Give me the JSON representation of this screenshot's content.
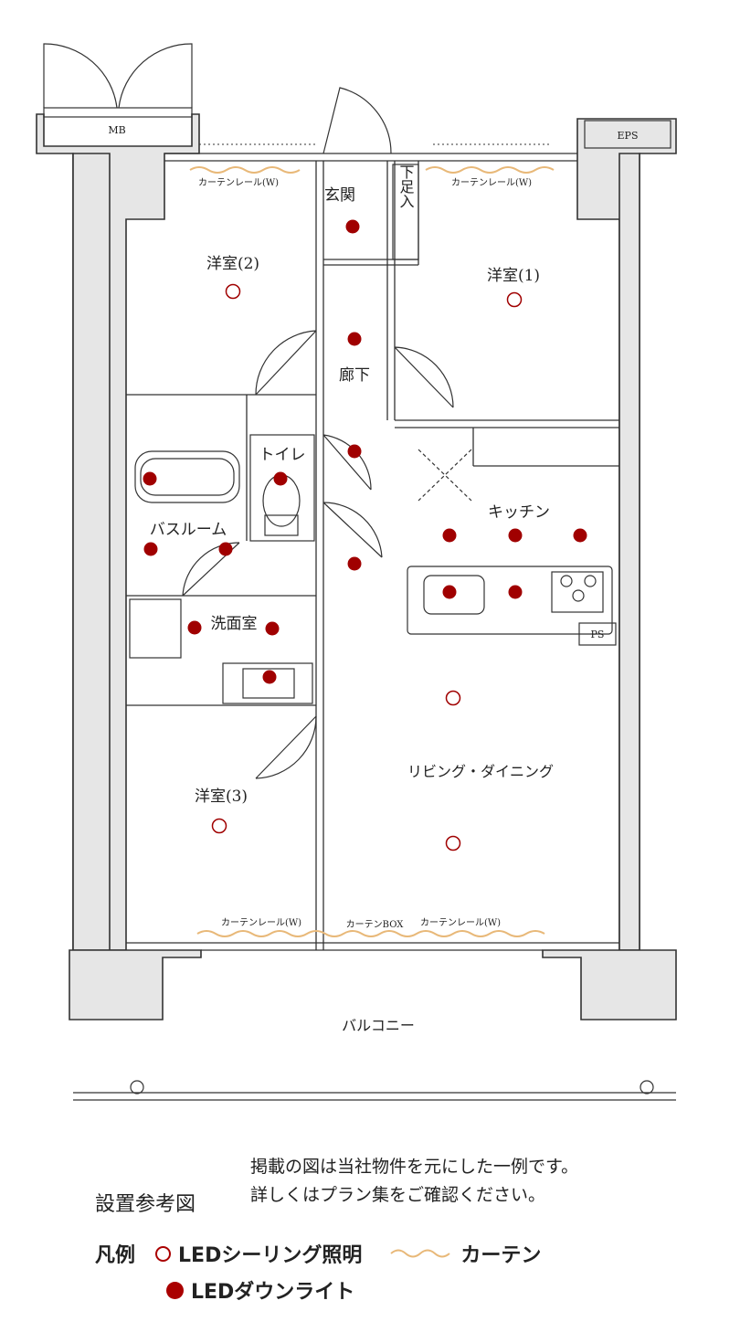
{
  "plan": {
    "rooms": {
      "mb": "MB",
      "eps": "EPS",
      "entrance": "玄関",
      "shoe_storage": "下足入",
      "western_2": "洋室(2)",
      "western_1": "洋室(1)",
      "hallway": "廊下",
      "toilet": "トイレ",
      "bathroom": "バスルーム",
      "kitchen": "キッチン",
      "washroom": "洗面室",
      "ps": "PS",
      "living_dining": "リビング・ダイニング",
      "western_3": "洋室(3)",
      "balcony": "バルコニー"
    },
    "curtain_labels": {
      "top_left": "カーテンレール(W)",
      "top_right": "カーテンレール(W)",
      "bottom_left": "カーテンレール(W)",
      "bottom_box": "カーテンBOX",
      "bottom_right": "カーテンレール(W)"
    },
    "colors": {
      "wall": "#333333",
      "wall_fill": "#e6e6e6",
      "light_marker": "#a00000",
      "curtain": "#e8b878"
    }
  },
  "caption": {
    "title": "設置参考図",
    "note_line1": "掲載の図は当社物件を元にした一例です。",
    "note_line2": "詳しくはプラン集をご確認ください。"
  },
  "legend": {
    "label": "凡例",
    "ceiling_light": "LEDシーリング照明",
    "curtain": "カーテン",
    "downlight": "LEDダウンライト"
  }
}
